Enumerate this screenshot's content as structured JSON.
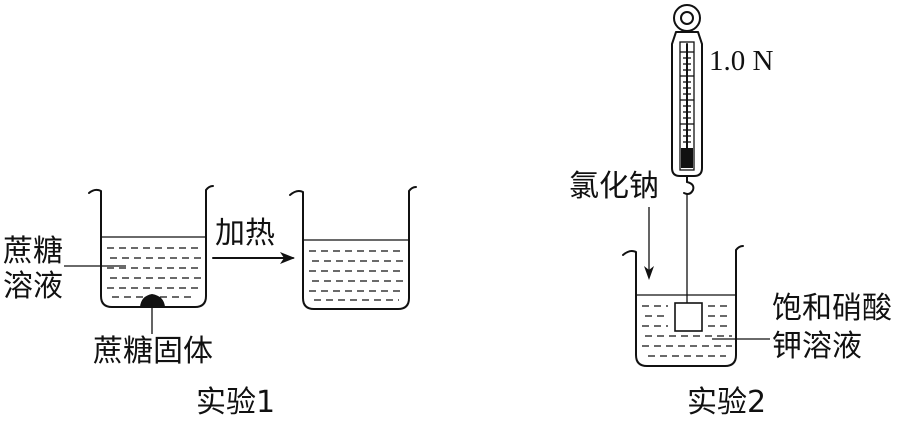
{
  "experiment1": {
    "caption": "实验1",
    "solution_label_line1": "蔗糖",
    "solution_label_line2": "溶液",
    "solid_label": "蔗糖固体",
    "arrow_label": "加热"
  },
  "experiment2": {
    "caption": "实验2",
    "scale_reading": "1.0 N",
    "block_label": "氯化钠",
    "solution_label_line1": "饱和硝酸",
    "solution_label_line2": "钾溶液"
  }
}
